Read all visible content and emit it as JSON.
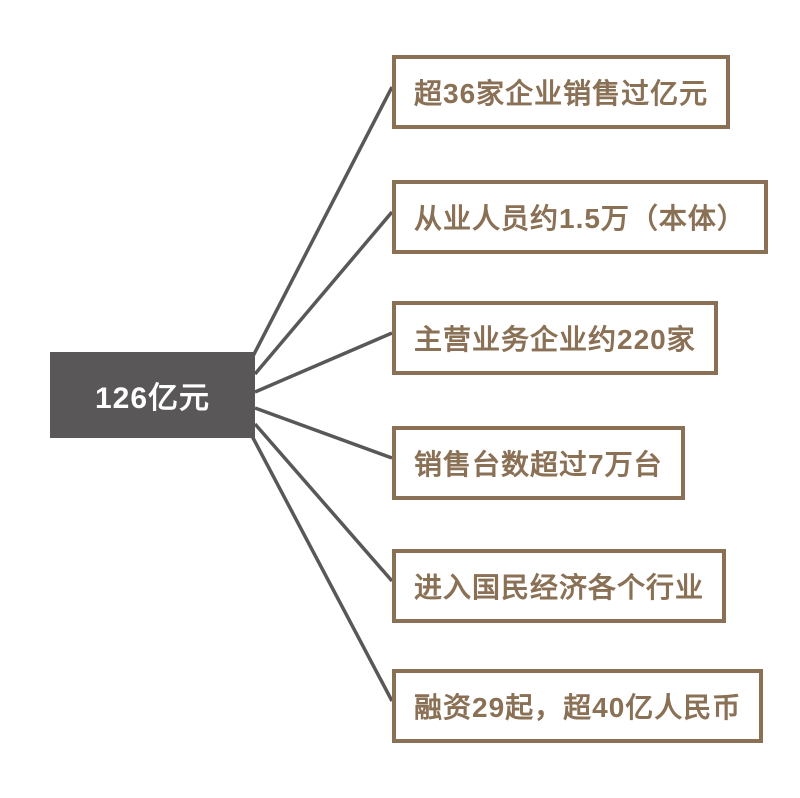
{
  "diagram": {
    "center": {
      "label": "126亿元"
    },
    "nodes": [
      {
        "label": "超36家企业销售过亿元"
      },
      {
        "label": "从业人员约1.5万（本体）"
      },
      {
        "label": "主营业务企业约220家"
      },
      {
        "label": "销售台数超过7万台"
      },
      {
        "label": "进入国民经济各个行业"
      },
      {
        "label": "融资29起，超40亿人民币"
      }
    ],
    "colors": {
      "center_background": "#595757",
      "center_text": "#ffffff",
      "node_border": "#8a7055",
      "node_text": "#8a7055",
      "connector_line": "#595757"
    }
  }
}
